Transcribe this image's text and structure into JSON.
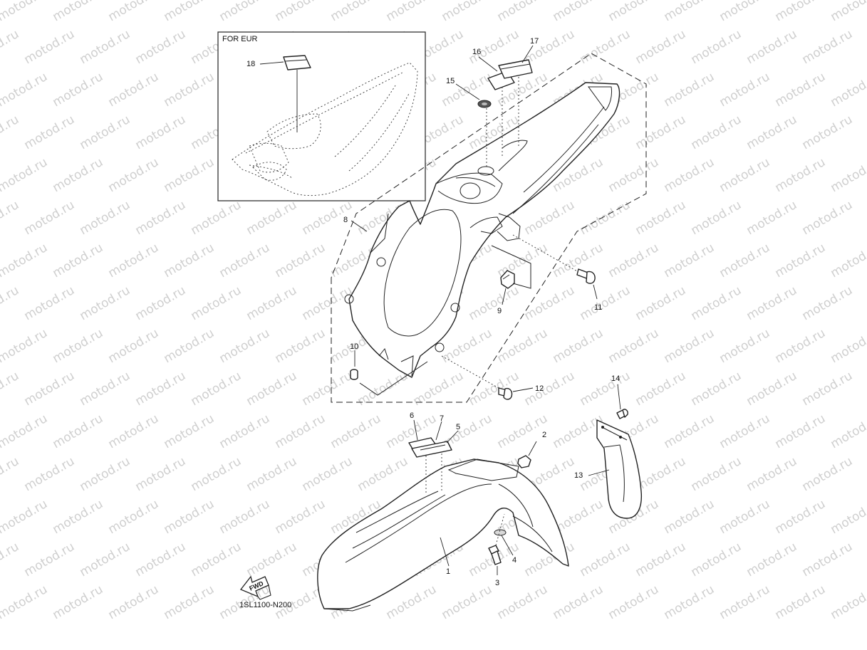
{
  "watermark": "motod.ru",
  "inset_label": "FOR EUR",
  "drawing_code": "1SL1100-N200",
  "fwd_label": "FWD",
  "callouts": {
    "c1": "1",
    "c2": "2",
    "c3": "3",
    "c4": "4",
    "c5": "5",
    "c6": "6",
    "c7": "7",
    "c8": "8",
    "c9": "9",
    "c10": "10",
    "c11": "11",
    "c12": "12",
    "c13": "13",
    "c14": "14",
    "c15": "15",
    "c16": "16",
    "c17": "17",
    "c18": "18"
  }
}
